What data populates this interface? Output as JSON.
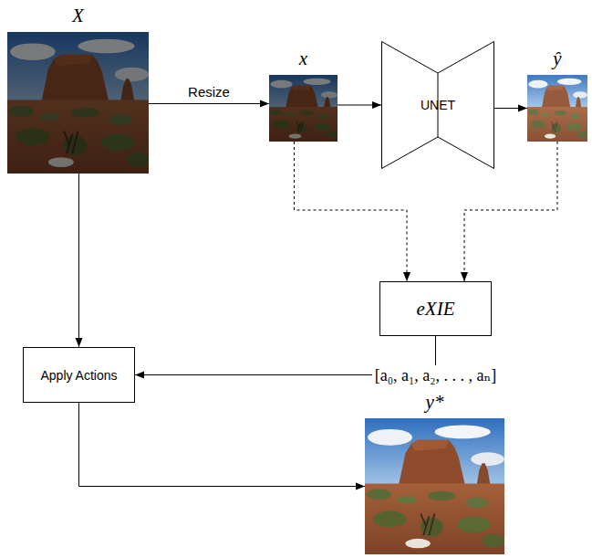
{
  "diagram": {
    "nodes": [
      {
        "text": [
          "X"
        ]
      },
      {
        "text": [
          "x"
        ]
      },
      {
        "text": [
          "UNET"
        ]
      },
      {
        "text": [
          "ŷ"
        ]
      },
      {
        "text": [
          "eXIE"
        ]
      },
      {
        "text": [
          "Apply Actions"
        ]
      },
      {
        "text": [
          "y*"
        ]
      }
    ],
    "edges": [
      {
        "from": 0,
        "to": 1,
        "label": "Resize",
        "arrow": "to"
      },
      {
        "from": 1,
        "to": 2,
        "arrow": "to"
      },
      {
        "from": 2,
        "to": 3,
        "arrow": "to"
      },
      {
        "from": 1,
        "to": 4,
        "arrow": "to"
      },
      {
        "from": 3,
        "to": 4,
        "arrow": "to"
      },
      {
        "from": 4,
        "to": 5,
        "label": "[a₀, a₁, a₂, . . . , aₙ]",
        "arrow": "to"
      },
      {
        "from": 0,
        "to": 5,
        "arrow": "to"
      },
      {
        "from": 5,
        "to": 6,
        "arrow": "to"
      }
    ]
  }
}
